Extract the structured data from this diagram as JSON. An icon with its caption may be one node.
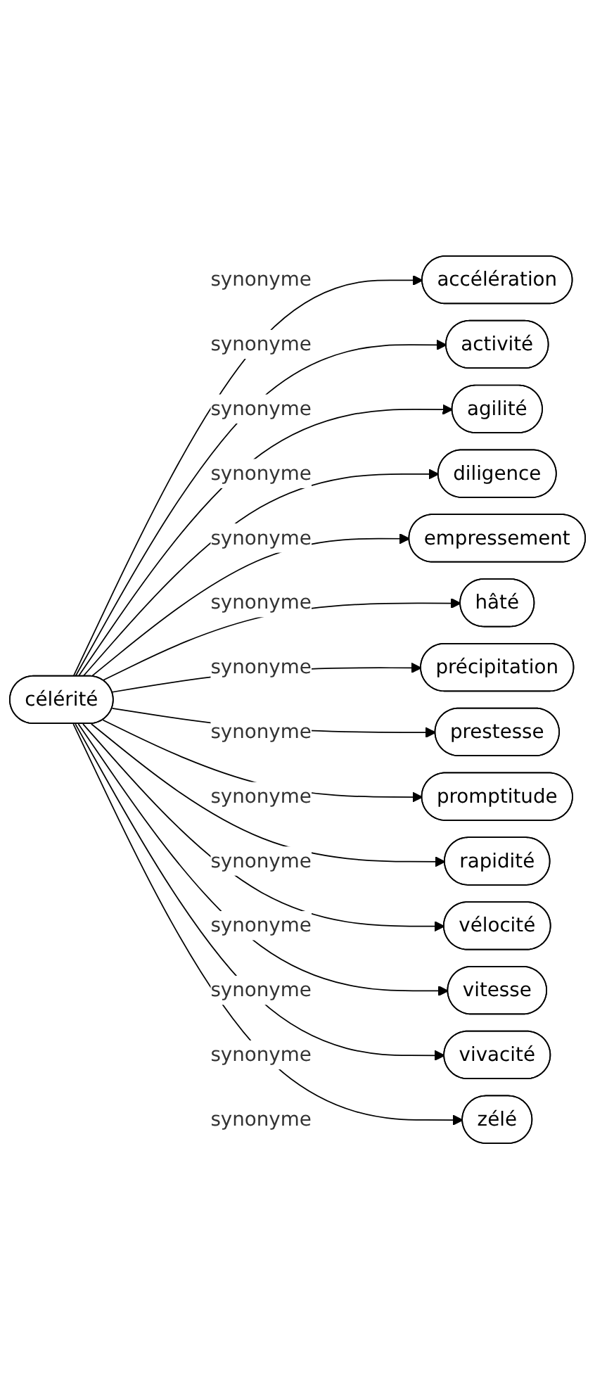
{
  "diagram": {
    "nodes": [
      {
        "text": [
          "célérité"
        ]
      },
      {
        "text": [
          "accélération"
        ]
      },
      {
        "text": [
          "activité"
        ]
      },
      {
        "text": [
          "agilité"
        ]
      },
      {
        "text": [
          "diligence"
        ]
      },
      {
        "text": [
          "empressement"
        ]
      },
      {
        "text": [
          "hâté"
        ]
      },
      {
        "text": [
          "précipitation"
        ]
      },
      {
        "text": [
          "prestesse"
        ]
      },
      {
        "text": [
          "promptitude"
        ]
      },
      {
        "text": [
          "rapidité"
        ]
      },
      {
        "text": [
          "vélocité"
        ]
      },
      {
        "text": [
          "vitesse"
        ]
      },
      {
        "text": [
          "vivacité"
        ]
      },
      {
        "text": [
          "zélé"
        ]
      }
    ],
    "edges": [
      {
        "from": 0,
        "to": 1,
        "arrow": "to",
        "label": "synonyme"
      },
      {
        "from": 0,
        "to": 2,
        "arrow": "to",
        "label": "synonyme"
      },
      {
        "from": 0,
        "to": 3,
        "arrow": "to",
        "label": "synonyme"
      },
      {
        "from": 0,
        "to": 4,
        "arrow": "to",
        "label": "synonyme"
      },
      {
        "from": 0,
        "to": 5,
        "arrow": "to",
        "label": "synonyme"
      },
      {
        "from": 0,
        "to": 6,
        "arrow": "to",
        "label": "synonyme"
      },
      {
        "from": 0,
        "to": 7,
        "arrow": "to",
        "label": "synonyme"
      },
      {
        "from": 0,
        "to": 8,
        "arrow": "to",
        "label": "synonyme"
      },
      {
        "from": 0,
        "to": 9,
        "arrow": "to",
        "label": "synonyme"
      },
      {
        "from": 0,
        "to": 10,
        "arrow": "to",
        "label": "synonyme"
      },
      {
        "from": 0,
        "to": 11,
        "arrow": "to",
        "label": "synonyme"
      },
      {
        "from": 0,
        "to": 12,
        "arrow": "to",
        "label": "synonyme"
      },
      {
        "from": 0,
        "to": 13,
        "arrow": "to",
        "label": "synonyme"
      },
      {
        "from": 0,
        "to": 14,
        "arrow": "to",
        "label": "synonyme"
      }
    ]
  }
}
